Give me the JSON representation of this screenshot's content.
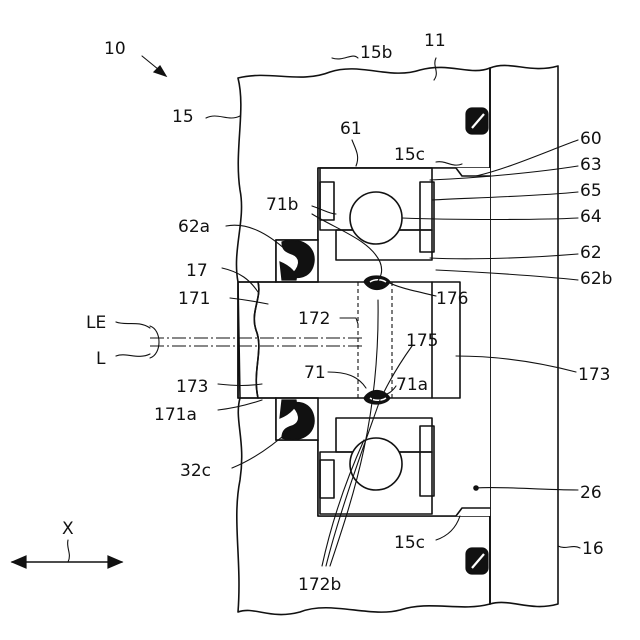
{
  "labels": {
    "ref_10": "10",
    "ref_11": "11",
    "ref_15b": "15b",
    "ref_15": "15",
    "ref_61": "61",
    "ref_15c_top": "15c",
    "ref_60": "60",
    "ref_63": "63",
    "ref_65": "65",
    "ref_71b": "71b",
    "ref_64": "64",
    "ref_62a": "62a",
    "ref_62": "62",
    "ref_17": "17",
    "ref_62b": "62b",
    "ref_171": "171",
    "ref_176": "176",
    "ref_LE": "LE",
    "ref_172": "172",
    "ref_175": "175",
    "ref_L": "L",
    "ref_71": "71",
    "ref_173_left": "173",
    "ref_71a": "71a",
    "ref_173_right": "173",
    "ref_171a": "171a",
    "ref_32c": "32c",
    "ref_26": "26",
    "ref_X": "X",
    "ref_15c_bottom": "15c",
    "ref_16": "16",
    "ref_172b": "172b"
  }
}
